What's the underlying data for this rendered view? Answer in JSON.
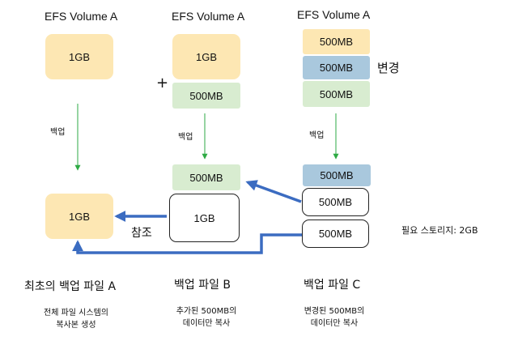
{
  "columns": [
    {
      "volume_label": "EFS Volume A",
      "blocks": [
        "1GB"
      ],
      "backup_label": "백업",
      "backup_blocks": [
        "1GB"
      ],
      "title": "최초의 백업 파일 A",
      "description": [
        "전체 파일 시스템의",
        "복사본 생성"
      ]
    },
    {
      "volume_label": "EFS Volume A",
      "plus": "+",
      "blocks": [
        "1GB",
        "500MB"
      ],
      "backup_label": "백업",
      "backup_blocks": [
        "500MB",
        "1GB"
      ],
      "title": "백업 파일 B",
      "description": [
        "추가된 500MB의",
        "데이터만 복사"
      ]
    },
    {
      "volume_label": "EFS Volume A",
      "blocks": [
        "500MB",
        "500MB",
        "500MB"
      ],
      "changed_label": "변경",
      "backup_label": "백업",
      "backup_blocks": [
        "500MB",
        "500MB",
        "500MB"
      ],
      "title": "백업 파일 C",
      "description": [
        "변경된 500MB의",
        "데이터만 복사"
      ]
    }
  ],
  "reference_label": "참조",
  "storage_required": "필요 스토리지:  2GB",
  "colors": {
    "original_block": "#fde7b3",
    "added_block": "#d8ecd0",
    "changed_block": "#a9c8dd",
    "backup_arrow": "#2eaa44",
    "reference_arrow": "#3b6cc1"
  }
}
